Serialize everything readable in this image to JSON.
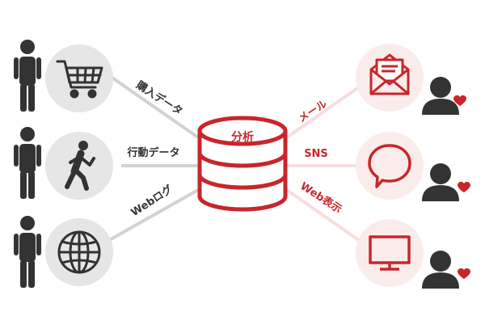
{
  "center": {
    "label": "分析"
  },
  "inputs": [
    {
      "label": "購入データ",
      "icon": "shopping-cart-icon"
    },
    {
      "label": "行動データ",
      "icon": "walking-person-icon"
    },
    {
      "label": "Webログ",
      "icon": "globe-icon"
    }
  ],
  "outputs": [
    {
      "label": "メール",
      "icon": "envelope-icon"
    },
    {
      "label": "SNS",
      "icon": "speech-bubble-icon"
    },
    {
      "label": "Web表示",
      "icon": "monitor-icon"
    }
  ],
  "colors": {
    "accent": "#c8262c",
    "dark": "#333333",
    "input_circle": "#e6e6e6",
    "output_circle": "#fbecec",
    "connector_left": "#d2d2d2",
    "connector_right": "#f6dede",
    "heart": "#c8262c"
  }
}
